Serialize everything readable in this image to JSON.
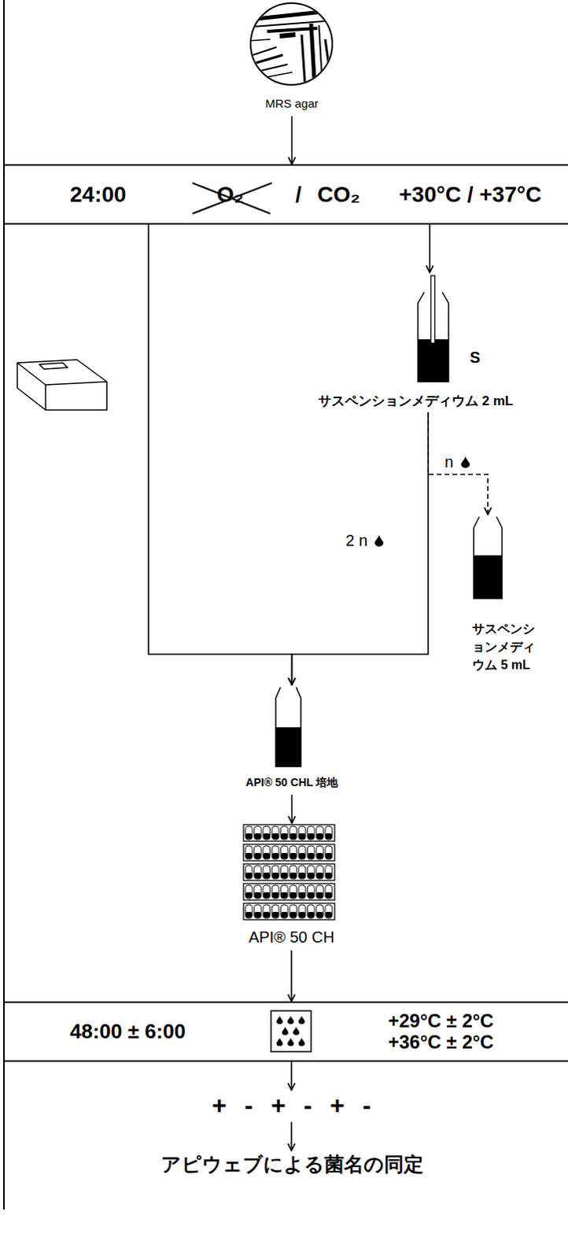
{
  "diagram": {
    "nodes": [
      {
        "text": [
          "MRS agar"
        ]
      },
      {
        "text": [
          "24:00",
          "O₂",
          "/",
          "CO₂",
          "+30°C / +37°C"
        ]
      },
      {
        "text": [
          "S",
          "サスペンションメディウム 2 mL"
        ]
      },
      {
        "text": [
          "サスペンションメディウム 5 mL"
        ]
      },
      {
        "text": [
          "API® 50 CHL 培地"
        ]
      },
      {
        "text": [
          "API® 50 CH"
        ]
      },
      {
        "text": [
          "48:00 ± 6:00",
          "+29°C ± 2°C",
          "+36°C ± 2°C"
        ]
      },
      {
        "text": [
          "+ - + - + -"
        ]
      },
      {
        "text": [
          "アピウェブによる菌名の同定"
        ]
      }
    ],
    "edges": [
      {
        "from": 0,
        "to": 1,
        "arrow": "to"
      },
      {
        "from": 1,
        "to": 2,
        "arrow": "to"
      },
      {
        "from": 1,
        "to": 4,
        "arrow": "to"
      },
      {
        "from": 2,
        "to": 3,
        "label": "n",
        "arrow": "to"
      },
      {
        "from": 2,
        "to": 4,
        "label": "2 n",
        "arrow": "to"
      },
      {
        "from": 4,
        "to": 5,
        "arrow": "to"
      },
      {
        "from": 5,
        "to": 6,
        "arrow": "to"
      },
      {
        "from": 6,
        "to": 7,
        "arrow": "to"
      },
      {
        "from": 7,
        "to": 8,
        "arrow": "to"
      }
    ]
  }
}
